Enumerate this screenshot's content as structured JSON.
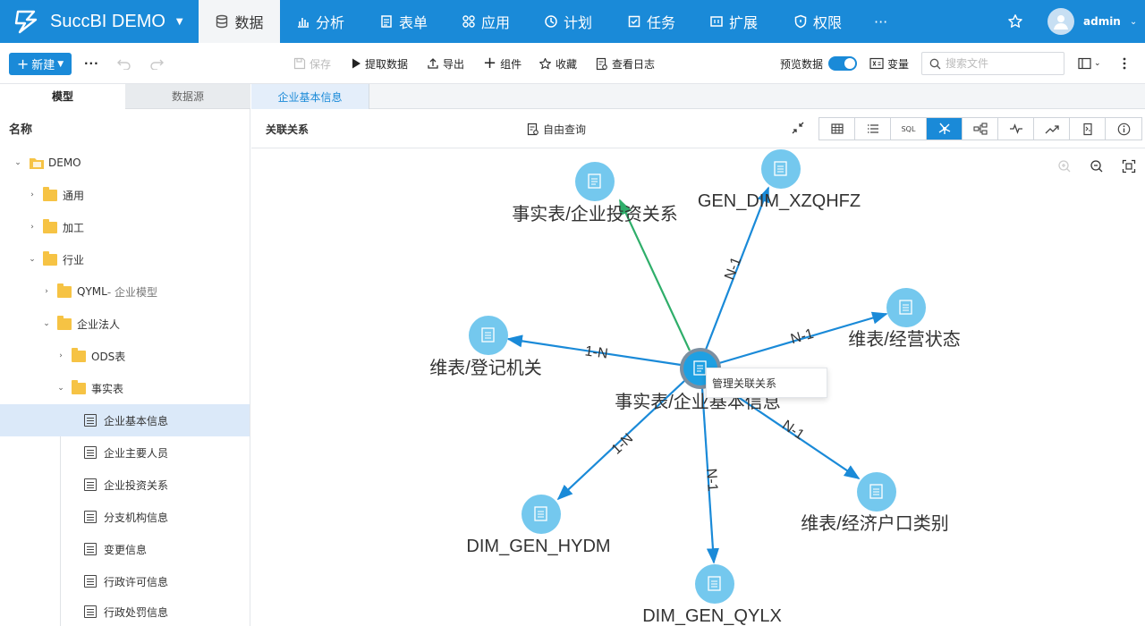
{
  "brand": {
    "name": "SuccBI DEMO"
  },
  "nav": [
    {
      "label": "数据",
      "icon": "database-icon"
    },
    {
      "label": "分析",
      "icon": "bar-chart-icon"
    },
    {
      "label": "表单",
      "icon": "form-icon"
    },
    {
      "label": "应用",
      "icon": "apps-icon"
    },
    {
      "label": "计划",
      "icon": "clock-icon"
    },
    {
      "label": "任务",
      "icon": "task-icon"
    },
    {
      "label": "扩展",
      "icon": "extension-icon"
    },
    {
      "label": "权限",
      "icon": "shield-icon"
    }
  ],
  "nav_more": "···",
  "user": {
    "name": "admin"
  },
  "toolbar": {
    "new_label": "新建",
    "more": "···",
    "save": "保存",
    "extract": "提取数据",
    "export": "导出",
    "component": "组件",
    "favorite": "收藏",
    "log": "查看日志",
    "preview": "预览数据",
    "variables": "变量",
    "search_placeholder": "搜索文件"
  },
  "left_panel": {
    "tabs": [
      "模型",
      "数据源"
    ],
    "header": "名称",
    "tree": [
      {
        "label": "DEMO",
        "level": 0,
        "type": "root",
        "expanded": true
      },
      {
        "label": "通用",
        "level": 1,
        "type": "folder",
        "expanded": false
      },
      {
        "label": "加工",
        "level": 1,
        "type": "folder",
        "expanded": false
      },
      {
        "label": "行业",
        "level": 1,
        "type": "folder",
        "expanded": true
      },
      {
        "label": "QYML",
        "suffix": " - 企业模型",
        "level": 2,
        "type": "folder",
        "expanded": false
      },
      {
        "label": "企业法人",
        "level": 2,
        "type": "folder",
        "expanded": true
      },
      {
        "label": "ODS表",
        "level": 3,
        "type": "folder",
        "expanded": false
      },
      {
        "label": "事实表",
        "level": 3,
        "type": "folder",
        "expanded": true
      },
      {
        "label": "企业基本信息",
        "level": 4,
        "type": "table",
        "selected": true
      },
      {
        "label": "企业主要人员",
        "level": 4,
        "type": "table"
      },
      {
        "label": "企业投资关系",
        "level": 4,
        "type": "table"
      },
      {
        "label": "分支机构信息",
        "level": 4,
        "type": "table"
      },
      {
        "label": "变更信息",
        "level": 4,
        "type": "table"
      },
      {
        "label": "行政许可信息",
        "level": 4,
        "type": "table"
      },
      {
        "label": "行政处罚信息",
        "level": 4,
        "type": "table"
      }
    ]
  },
  "doc_tab": "企业基本信息",
  "view": {
    "title": "关联关系",
    "free_query": "自由查询",
    "mode_buttons": [
      {
        "name": "table-view",
        "label": ""
      },
      {
        "name": "list-view",
        "label": ""
      },
      {
        "name": "sql-view",
        "label": "SQL"
      },
      {
        "name": "relation-view",
        "label": "",
        "active": true
      },
      {
        "name": "lineage-view",
        "label": ""
      },
      {
        "name": "monitor-view",
        "label": ""
      },
      {
        "name": "trend-view",
        "label": ""
      },
      {
        "name": "script-view",
        "label": ""
      },
      {
        "name": "info-view",
        "label": ""
      }
    ]
  },
  "graph": {
    "center": {
      "label": "事实表/企业基本信息"
    },
    "nodes": [
      {
        "label": "事实表/企业投资关系",
        "edge_label": "",
        "color": "#2fae6a"
      },
      {
        "label": "GEN_DIM_XZQHFZ",
        "edge_label": "N-1",
        "color": "#1a8ad8"
      },
      {
        "label": "维表/经营状态",
        "edge_label": "N-1",
        "color": "#1a8ad8"
      },
      {
        "label": "维表/登记机关",
        "edge_label": "1-N",
        "color": "#1a8ad8"
      },
      {
        "label": "维表/经济户口类别",
        "edge_label": "N-1",
        "color": "#1a8ad8"
      },
      {
        "label": "DIM_GEN_QYLX",
        "edge_label": "N-1",
        "color": "#1a8ad8"
      },
      {
        "label": "DIM_GEN_HYDM",
        "edge_label": "1-N",
        "color": "#1a8ad8"
      }
    ]
  },
  "context_menu": {
    "item": "管理关联关系"
  }
}
